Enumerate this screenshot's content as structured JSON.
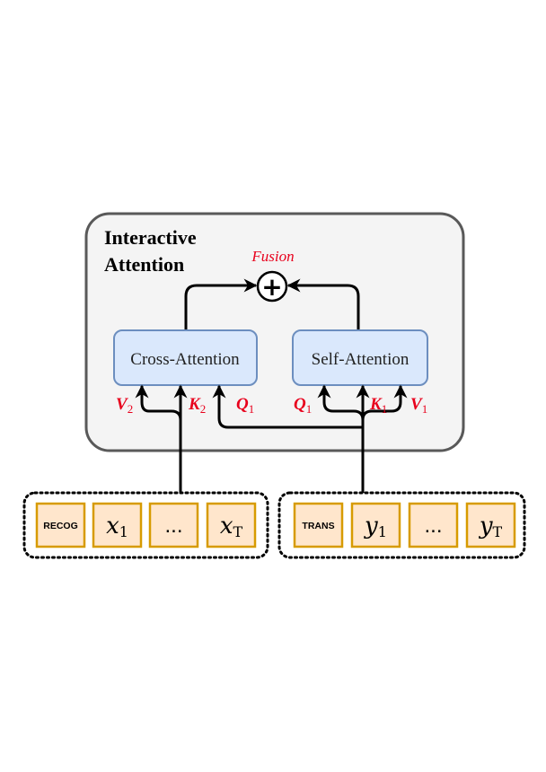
{
  "panel": {
    "title_line1": "Interactive",
    "title_line2": "Attention"
  },
  "fusion": {
    "label": "Fusion",
    "symbol": "+"
  },
  "modules": {
    "cross": {
      "label": "Cross-Attention"
    },
    "self": {
      "label": "Self-Attention"
    }
  },
  "inputs": {
    "cross": [
      {
        "letter": "V",
        "sub": "2"
      },
      {
        "letter": "K",
        "sub": "2"
      },
      {
        "letter": "Q",
        "sub": "1"
      }
    ],
    "self": [
      {
        "letter": "Q",
        "sub": "1"
      },
      {
        "letter": "K",
        "sub": "1"
      },
      {
        "letter": "V",
        "sub": "1"
      }
    ]
  },
  "sequences": {
    "left": {
      "special": "RECOG",
      "first": {
        "letter": "x",
        "sub": "1"
      },
      "dots": "...",
      "last": {
        "letter": "x",
        "sub": "T"
      }
    },
    "right": {
      "special": "TRANS",
      "first": {
        "letter": "y",
        "sub": "1"
      },
      "dots": "...",
      "last": {
        "letter": "y",
        "sub": "T"
      }
    }
  },
  "colors": {
    "panel_fill": "#f4f4f4",
    "panel_stroke": "#595959",
    "module_fill": "#dae8fc",
    "module_stroke": "#6c8ebf",
    "token_fill": "#ffe6cc",
    "token_stroke": "#d79b00",
    "label_red": "#e8001c"
  }
}
